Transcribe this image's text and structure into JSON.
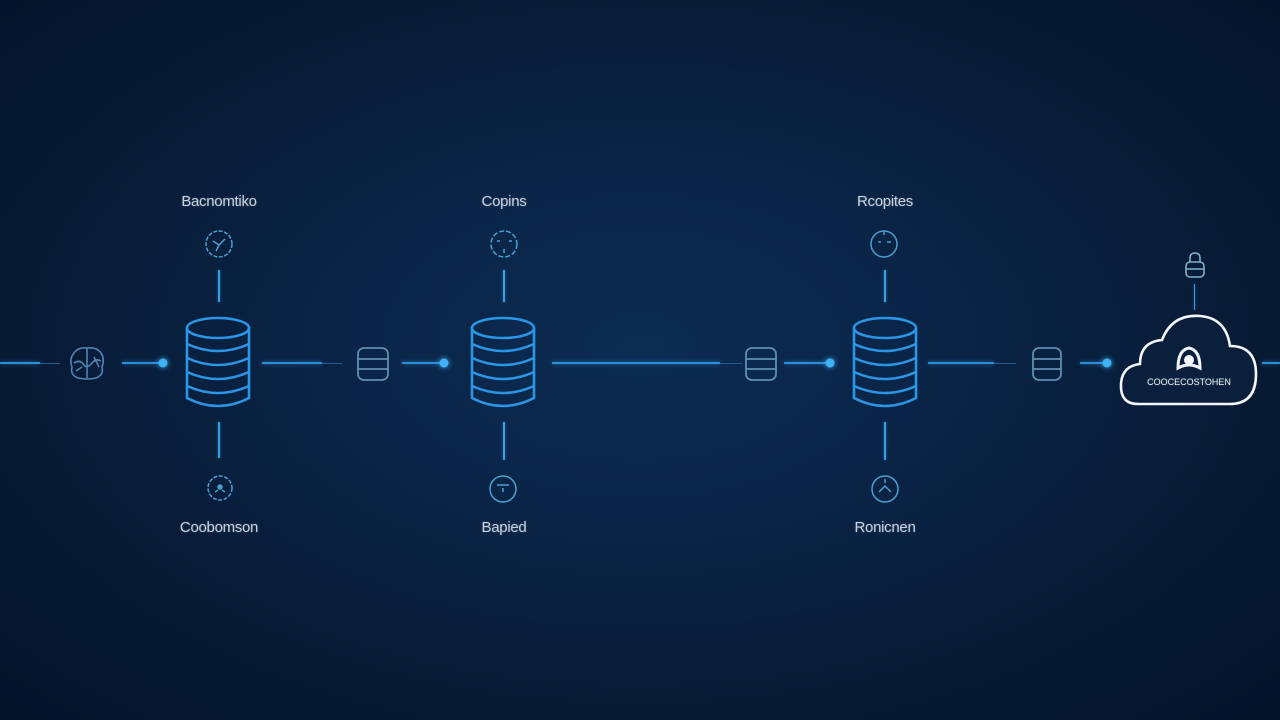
{
  "diagram": {
    "type": "data-pipeline",
    "colors": {
      "background": "#071a34",
      "accent": "#2a8fd6",
      "glow": "#3fb2f5",
      "icon_dim": "#5f8fb0",
      "cloud": "#f2f6fb",
      "label": "#c9d3df"
    },
    "nodes": [
      {
        "id": "source-node",
        "type": "brain-icon"
      },
      {
        "id": "db-1",
        "type": "database-large",
        "top_label": "Bacnomtiko",
        "bottom_label": "Coobomson"
      },
      {
        "id": "stack-1",
        "type": "database-small"
      },
      {
        "id": "db-2",
        "type": "database-large",
        "top_label": "Copins",
        "bottom_label": "Bapied"
      },
      {
        "id": "stack-2",
        "type": "database-small"
      },
      {
        "id": "db-3",
        "type": "database-large",
        "top_label": "Rcopites",
        "bottom_label": "Ronicnen"
      },
      {
        "id": "stack-3",
        "type": "database-small"
      },
      {
        "id": "cloud",
        "type": "cloud",
        "label": "COOCECOSTOHEN",
        "top_icon": "lock-icon"
      }
    ]
  }
}
